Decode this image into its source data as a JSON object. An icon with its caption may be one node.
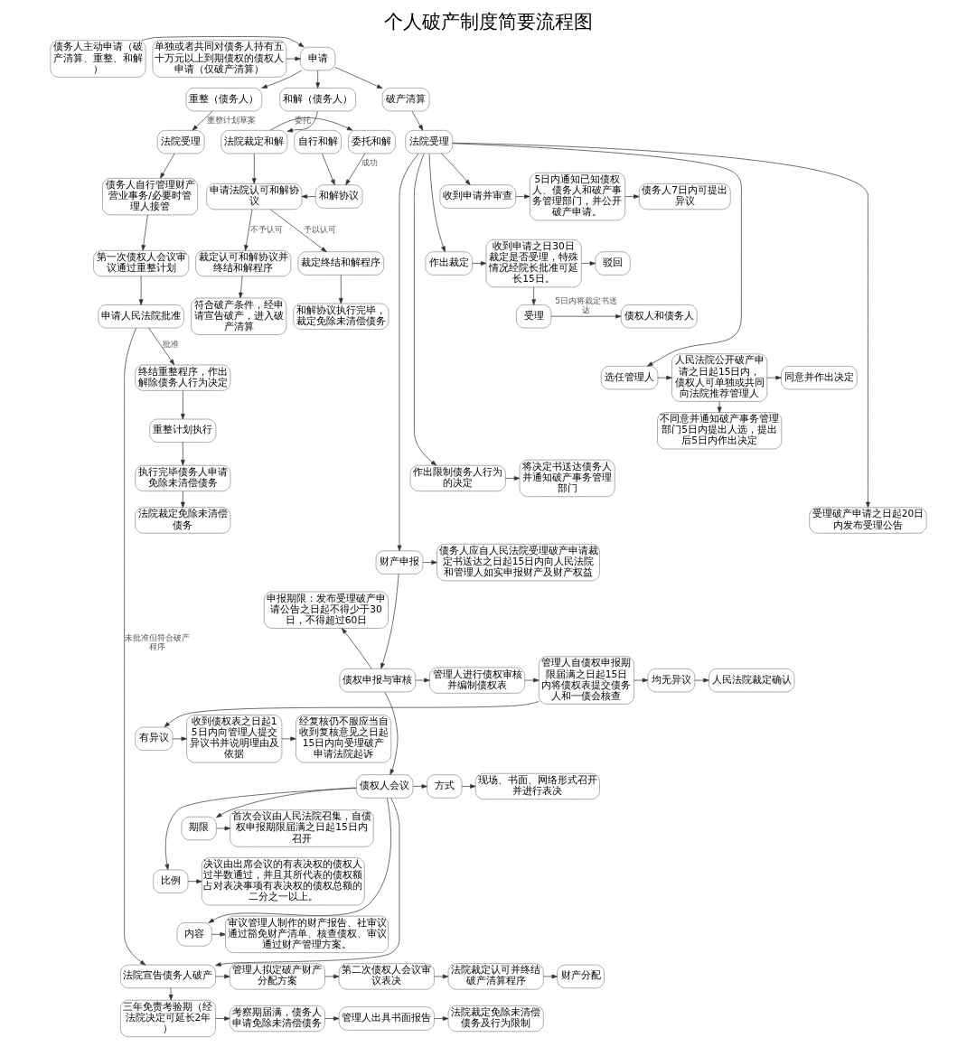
{
  "diagram": {
    "title": "个人破产制度简要流程图",
    "nodes": [
      {
        "text": [
          "单独或者共同对债务人持有五十万元以上到期债权的债权人申请（仅破产清算）"
        ]
      },
      {
        "text": [
          "申请"
        ]
      },
      {
        "text": [
          "债务人主动申请（破产清算、重整、和解）"
        ]
      },
      {
        "text": [
          "和解（债务人）"
        ]
      },
      {
        "text": [
          "重整（债务人）"
        ]
      },
      {
        "text": [
          "破产清算"
        ]
      },
      {
        "text": [
          "自行和解"
        ]
      },
      {
        "text": [
          "委托和解"
        ]
      },
      {
        "text": [
          "法院裁定和解"
        ]
      },
      {
        "text": [
          "法院受理"
        ]
      },
      {
        "text": [
          "法院受理"
        ]
      },
      {
        "text": [
          "收到申请并审查"
        ]
      },
      {
        "text": [
          "5日内通知已知债权人、债务人和破产事务管理部门，并公开破产申请。"
        ]
      },
      {
        "text": [
          "债务人7日内可提出异议"
        ]
      },
      {
        "text": [
          "作出裁定"
        ]
      },
      {
        "text": [
          "收到申请之日30日裁定是否受理，特殊情况经院长批准可延长15日。"
        ]
      },
      {
        "text": [
          "驳回"
        ]
      },
      {
        "text": [
          "受理"
        ]
      },
      {
        "text": [
          "债权人和债务人"
        ]
      },
      {
        "text": [
          "选任管理人"
        ]
      },
      {
        "text": [
          "人民法院公开破产申请之日起15日内，债权人可单独或共同向法院推荐管理人"
        ]
      },
      {
        "text": [
          "同意并作出决定"
        ]
      },
      {
        "text": [
          "不同意并通知破产事务管理部门5日内提出人选，提出后5日内作出决定"
        ]
      },
      {
        "text": [
          "作出限制债务人行为的决定"
        ]
      },
      {
        "text": [
          "将决定书送达债务人并通知破产事务管理部门"
        ]
      },
      {
        "text": [
          "受理破产申请之日起20日内发布受理公告"
        ]
      },
      {
        "text": [
          "和解协议"
        ]
      },
      {
        "text": [
          "申请法院认可和解协议"
        ]
      },
      {
        "text": [
          "债务人自行管理财产营业事务/必要时管理人接管"
        ]
      },
      {
        "text": [
          "财产申报"
        ]
      },
      {
        "text": [
          "债务人应自人民法院受理破产申请裁定书送达之日起15日内向人民法院和管理人如实申报财产及财产权益"
        ]
      },
      {
        "text": [
          "申报期限：发布受理破产申请公告之日起不得少于30日，不得超过60日"
        ]
      },
      {
        "text": [
          "第一次债权人会议审议通过重整计划"
        ]
      },
      {
        "text": [
          "债权申报与审核"
        ]
      },
      {
        "text": [
          "管理人进行债权审核并编制债权表"
        ]
      },
      {
        "text": [
          "管理人自债权申报期限届满之日起15日内将债权表提交债务人和一债会核查"
        ]
      },
      {
        "text": [
          "均无异议"
        ]
      },
      {
        "text": [
          "人民法院裁定确认"
        ]
      },
      {
        "text": [
          "有异议"
        ]
      },
      {
        "text": [
          "收到债权表之日起15日内向管理人提交异议书并说明理由及依据"
        ]
      },
      {
        "text": [
          "经复核仍不服应当自收到复核意见之日起15日内向受理破产申请法院起诉"
        ]
      },
      {
        "text": [
          "方式"
        ]
      },
      {
        "text": [
          "现场、书面、网络形式召开并进行表决"
        ]
      },
      {
        "text": [
          "裁定终结和解程序"
        ]
      },
      {
        "text": [
          "裁定认可和解协议并终结和解程序"
        ]
      },
      {
        "text": [
          "申请人民法院批准"
        ]
      },
      {
        "text": [
          "债权人会议"
        ]
      },
      {
        "text": [
          "期限"
        ]
      },
      {
        "text": [
          "首次会议由人民法院召集，自债权申报期限届满之日起15日内召开"
        ]
      },
      {
        "text": [
          "比例"
        ]
      },
      {
        "text": [
          "决议由出席会议的有表决权的债权人过半数通过，并且其所代表的债权额占对表决事项有表决权的债权总额的二分之一以上。"
        ]
      },
      {
        "text": [
          "内容"
        ]
      },
      {
        "text": [
          "审议管理人制作的财产报告、社审议通过豁免财产清单、核查债权、审议通过财产管理方案。"
        ]
      },
      {
        "text": [
          "管理人拟定破产财产分配方案"
        ]
      },
      {
        "text": [
          "第二次债权人会议审议表决"
        ]
      },
      {
        "text": [
          "法院裁定认可并终结破产清算程序"
        ]
      },
      {
        "text": [
          "财产分配"
        ]
      },
      {
        "text": [
          "和解协议执行完毕，裁定免除未清偿债务"
        ]
      },
      {
        "text": [
          "符合破产条件，经申请宣告破产，进入破产清算"
        ]
      },
      {
        "text": [
          "终结重整程序，作出解除债务人行为决定"
        ]
      },
      {
        "text": [
          "法院宣告债务人破产"
        ]
      },
      {
        "text": [
          "三年免责考验期（经法院决定可延长2年）"
        ]
      },
      {
        "text": [
          "考察期届满，债务人申请免除未清偿债务"
        ]
      },
      {
        "text": [
          "管理人出具书面报告"
        ]
      },
      {
        "text": [
          "法院裁定免除未清偿债务及行为限制"
        ]
      },
      {
        "text": [
          "重整计划执行"
        ]
      },
      {
        "text": [
          "执行完毕债务人申请免除未清偿债务"
        ]
      },
      {
        "text": [
          "法院裁定免除未清偿债务"
        ]
      }
    ],
    "edges": [
      {
        "from": 0,
        "to": 1,
        "arrow": "to"
      },
      {
        "from": 2,
        "to": 1,
        "arrow": "to"
      },
      {
        "from": 1,
        "to": 3,
        "arrow": "to"
      },
      {
        "from": 1,
        "to": 4,
        "arrow": "to"
      },
      {
        "from": 1,
        "to": 5,
        "arrow": "to"
      },
      {
        "from": 3,
        "to": 8,
        "arrow": "to"
      },
      {
        "from": 4,
        "to": 9,
        "arrow": "to",
        "label": "重整计划草案"
      },
      {
        "from": 5,
        "to": 10,
        "arrow": "to"
      },
      {
        "from": 8,
        "to": 7,
        "arrow": "to",
        "label": "委托"
      },
      {
        "from": 6,
        "to": 26,
        "arrow": "to"
      },
      {
        "from": 7,
        "to": 26,
        "arrow": "to",
        "label": "成功"
      },
      {
        "from": 26,
        "to": 27,
        "arrow": "to"
      },
      {
        "from": 8,
        "to": 27,
        "arrow": "to"
      },
      {
        "from": 9,
        "to": 28,
        "arrow": "to"
      },
      {
        "from": 10,
        "to": 11,
        "arrow": "to"
      },
      {
        "from": 10,
        "to": 14,
        "arrow": "to"
      },
      {
        "from": 10,
        "to": 19,
        "arrow": "to"
      },
      {
        "from": 10,
        "to": 23,
        "arrow": "to"
      },
      {
        "from": 10,
        "to": 25,
        "arrow": "to"
      },
      {
        "from": 11,
        "to": 12,
        "arrow": "to"
      },
      {
        "from": 12,
        "to": 13,
        "arrow": "to"
      },
      {
        "from": 14,
        "to": 15,
        "arrow": "to"
      },
      {
        "from": 15,
        "to": 16,
        "arrow": "to"
      },
      {
        "from": 15,
        "to": 17,
        "arrow": "to"
      },
      {
        "from": 17,
        "to": 18,
        "arrow": "to",
        "label": "5日内将裁定书送达"
      },
      {
        "from": 19,
        "to": 20,
        "arrow": "to"
      },
      {
        "from": 20,
        "to": 21,
        "arrow": "to"
      },
      {
        "from": 20,
        "to": 22,
        "arrow": "to"
      },
      {
        "from": 23,
        "to": 24,
        "arrow": "to"
      },
      {
        "from": 10,
        "to": 29,
        "arrow": "to"
      },
      {
        "from": 29,
        "to": 30,
        "arrow": "to"
      },
      {
        "from": 28,
        "to": 32,
        "arrow": "to"
      },
      {
        "from": 29,
        "to": 33,
        "arrow": "to"
      },
      {
        "from": 33,
        "to": 31,
        "arrow": "to"
      },
      {
        "from": 33,
        "to": 34,
        "arrow": "to"
      },
      {
        "from": 34,
        "to": 35,
        "arrow": "to"
      },
      {
        "from": 35,
        "to": 36,
        "arrow": "to"
      },
      {
        "from": 35,
        "to": 38,
        "arrow": "to"
      },
      {
        "from": 36,
        "to": 37,
        "arrow": "to"
      },
      {
        "from": 38,
        "to": 39,
        "arrow": "to"
      },
      {
        "from": 39,
        "to": 40,
        "arrow": "to"
      },
      {
        "from": 27,
        "to": 43,
        "arrow": "to",
        "label": "予以认可"
      },
      {
        "from": 27,
        "to": 44,
        "arrow": "to",
        "label": "不予认可"
      },
      {
        "from": 32,
        "to": 45,
        "arrow": "to"
      },
      {
        "from": 33,
        "to": 46,
        "arrow": "to"
      },
      {
        "from": 46,
        "to": 41,
        "arrow": "to"
      },
      {
        "from": 46,
        "to": 47,
        "arrow": "to"
      },
      {
        "from": 46,
        "to": 49,
        "arrow": "to"
      },
      {
        "from": 46,
        "to": 51,
        "arrow": "to"
      },
      {
        "from": 41,
        "to": 42,
        "arrow": "to"
      },
      {
        "from": 47,
        "to": 48,
        "arrow": "to"
      },
      {
        "from": 49,
        "to": 50,
        "arrow": "to"
      },
      {
        "from": 51,
        "to": 52,
        "arrow": "to"
      },
      {
        "from": 43,
        "to": 57,
        "arrow": "to"
      },
      {
        "from": 44,
        "to": 58,
        "arrow": "to"
      },
      {
        "from": 45,
        "to": 59,
        "arrow": "to",
        "label": "批准"
      },
      {
        "from": 45,
        "to": 60,
        "arrow": "to",
        "label": "未批准但符合破产程序"
      },
      {
        "from": 46,
        "to": 60,
        "arrow": "to"
      },
      {
        "from": 60,
        "to": 53,
        "arrow": "to"
      },
      {
        "from": 60,
        "to": 61,
        "arrow": "to"
      },
      {
        "from": 53,
        "to": 54,
        "arrow": "to"
      },
      {
        "from": 54,
        "to": 55,
        "arrow": "to"
      },
      {
        "from": 55,
        "to": 56,
        "arrow": "to"
      },
      {
        "from": 61,
        "to": 62,
        "arrow": "to"
      },
      {
        "from": 62,
        "to": 63,
        "arrow": "to"
      },
      {
        "from": 63,
        "to": 64,
        "arrow": "to"
      },
      {
        "from": 59,
        "to": 65,
        "arrow": "to"
      },
      {
        "from": 65,
        "to": 66,
        "arrow": "to"
      },
      {
        "from": 66,
        "to": 67,
        "arrow": "to"
      }
    ]
  }
}
